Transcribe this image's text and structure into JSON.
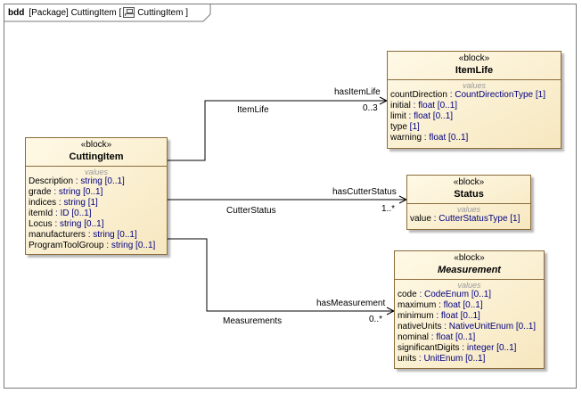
{
  "frame": {
    "kind": "bdd",
    "path": "[Package] CuttingItem [",
    "diagram_name": "CuttingItem ]",
    "icon": "package-diagram-icon"
  },
  "blocks": {
    "cutting_item": {
      "stereotype": "«block»",
      "name": "CuttingItem",
      "compartment": "values",
      "attributes": [
        {
          "name": "Description",
          "type": " : string [0..1]"
        },
        {
          "name": "grade",
          "type": " : string [0..1]"
        },
        {
          "name": "indices",
          "type": " : string [1]"
        },
        {
          "name": "itemId",
          "type": " : ID [0..1]"
        },
        {
          "name": "Locus",
          "type": " : string [0..1]"
        },
        {
          "name": "manufacturers",
          "type": " : string [0..1]"
        },
        {
          "name": "ProgramToolGroup",
          "type": " : string [0..1]"
        }
      ]
    },
    "item_life": {
      "stereotype": "«block»",
      "name": "ItemLife",
      "compartment": "values",
      "attributes": [
        {
          "name": "countDirection",
          "type": " : CountDirectionType [1]"
        },
        {
          "name": "initial",
          "type": " : float [0..1]"
        },
        {
          "name": "limit",
          "type": " : float [0..1]"
        },
        {
          "name": "type",
          "type": " [1]"
        },
        {
          "name": "warning",
          "type": " : float [0..1]"
        }
      ]
    },
    "status": {
      "stereotype": "«block»",
      "name": "Status",
      "compartment": "values",
      "attributes": [
        {
          "name": "value",
          "type": " : CutterStatusType [1]"
        }
      ]
    },
    "measurement": {
      "stereotype": "«block»",
      "name": "Measurement",
      "compartment": "values",
      "attributes": [
        {
          "name": "code",
          "type": " : CodeEnum [0..1]"
        },
        {
          "name": "maximum",
          "type": " : float [0..1]"
        },
        {
          "name": "minimum",
          "type": " : float [0..1]"
        },
        {
          "name": "nativeUnits",
          "type": " : NativeUnitEnum [0..1]"
        },
        {
          "name": "nominal",
          "type": " : float [0..1]"
        },
        {
          "name": "significantDigits",
          "type": " : integer [0..1]"
        },
        {
          "name": "units",
          "type": " : UnitEnum [0..1]"
        }
      ]
    }
  },
  "associations": {
    "item_life": {
      "source_label": "ItemLife",
      "role": "hasItemLife",
      "multiplicity": "0..3"
    },
    "status": {
      "source_label": "CutterStatus",
      "role": "hasCutterStatus",
      "multiplicity": "1..*"
    },
    "measurement": {
      "source_label": "Measurements",
      "role": "hasMeasurement",
      "multiplicity": "0..*"
    }
  },
  "colors": {
    "block_border": "#8b6b3a",
    "block_fill_light": "#fff9e6",
    "block_fill_dark": "#f6e7bf",
    "type_text": "#000080",
    "compartment_label": "#9a9a9a",
    "line": "#000000"
  }
}
